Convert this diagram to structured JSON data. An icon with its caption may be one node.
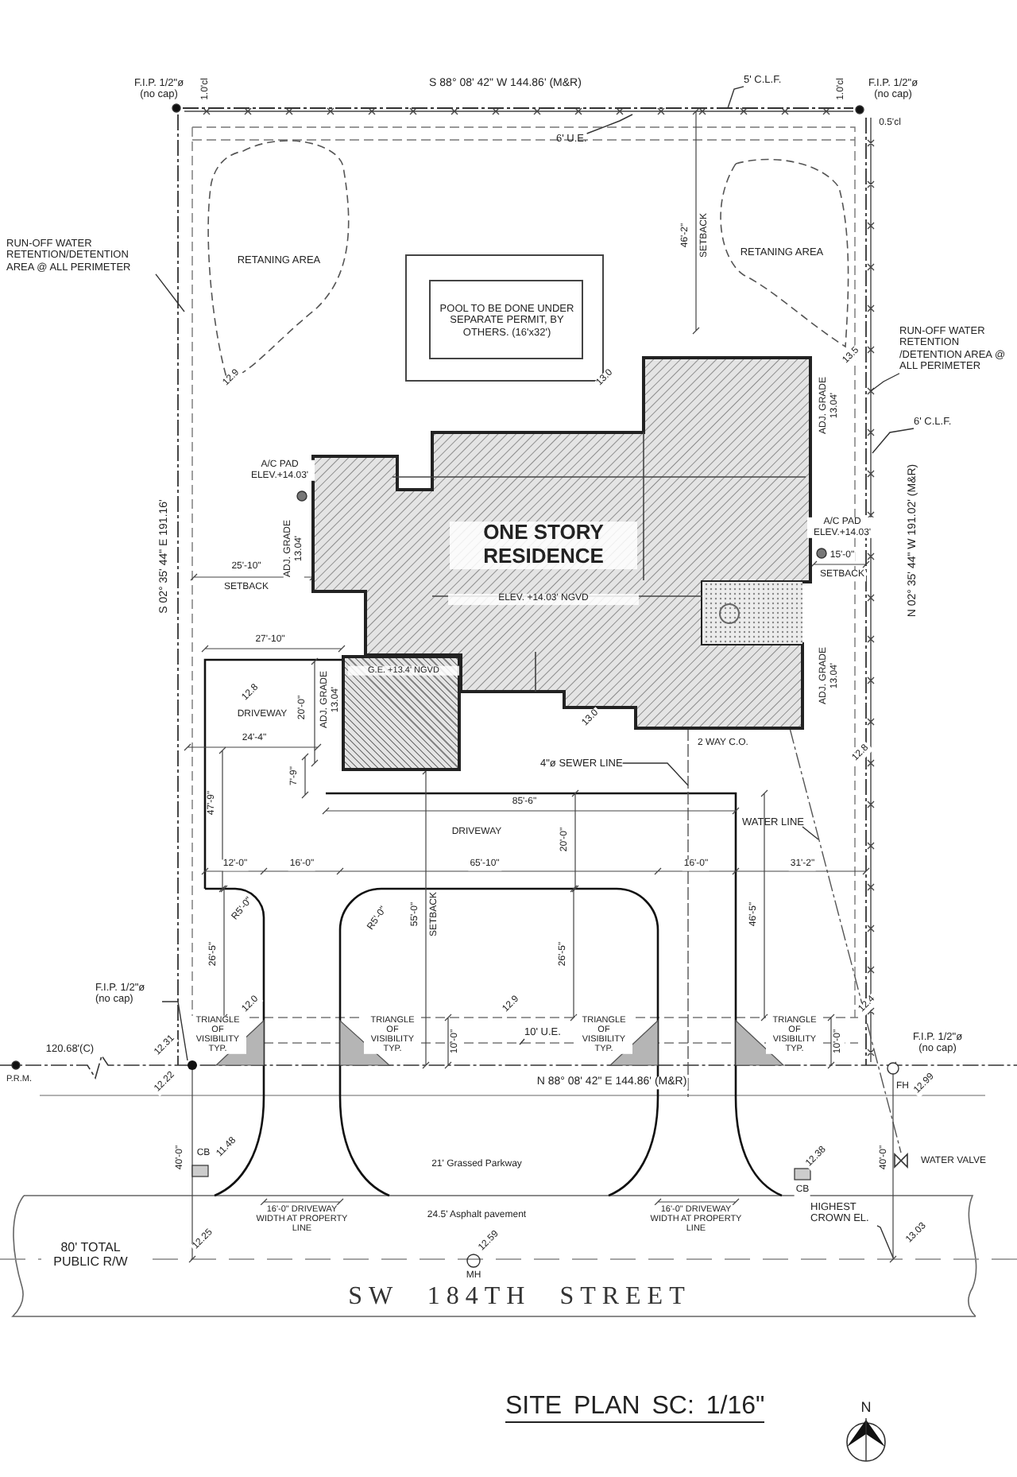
{
  "diagram": {
    "title": "SITE PLAN SC: 1/16\"",
    "nodes": [
      {
        "text": [
          "ONE STORY RESIDENCE",
          "ELEV. +14.03' NGVD"
        ]
      },
      {
        "text": [
          "G.E. +13.4' NGVD"
        ]
      },
      {
        "text": [],
        "shape": "box"
      },
      {
        "text": [
          "POOL TO BE DONE UNDER SEPARATE PERMIT, BY OTHERS. (16'x32')"
        ],
        "in": 2
      },
      {
        "text": [
          "RETANING AREA"
        ]
      },
      {
        "text": [
          "RETANING AREA"
        ]
      },
      {
        "text": [
          "RUN-OFF WATER RETENTION/DETENTION AREA @ ALL PERIMETER"
        ]
      },
      {
        "text": [
          "RUN-OFF WATER RETENTION /DETENTION AREA @ ALL PERIMETER"
        ]
      },
      {
        "text": [
          "5' C.L.F."
        ]
      },
      {
        "text": [
          "6' U.E."
        ]
      },
      {
        "text": [
          "6' C.L.F."
        ]
      },
      {
        "text": [
          "4\"ø SEWER LINE"
        ]
      },
      {
        "text": [
          "WATER LINE"
        ]
      },
      {
        "text": [
          "F.I.P. 1/2\"ø (no cap)"
        ]
      },
      {
        "text": [
          "HIGHEST CROWN EL."
        ]
      },
      {
        "text": [
          "10' U.E."
        ]
      },
      {
        "text": [],
        "shape": "circle"
      }
    ],
    "edges": [
      {
        "from": 6,
        "to": null,
        "arrow": "none"
      },
      {
        "from": 7,
        "to": null,
        "arrow": "none"
      },
      {
        "from": 8,
        "to": null,
        "arrow": "none"
      },
      {
        "from": 9,
        "to": null,
        "arrow": "none"
      },
      {
        "from": 10,
        "to": null,
        "arrow": "none"
      },
      {
        "from": 11,
        "to": null,
        "arrow": "none"
      },
      {
        "from": 12,
        "to": null,
        "arrow": "none"
      },
      {
        "from": 13,
        "to": 16,
        "arrow": "none"
      },
      {
        "from": 14,
        "to": null,
        "arrow": "none"
      },
      {
        "from": 15,
        "to": null,
        "arrow": "none"
      }
    ],
    "labels": [
      "F.I.P. 1/2\"ø (no cap)",
      "1.0'cl",
      "S 88° 08' 42\" W 144.86' (M&R)",
      "1.0'cl",
      "F.I.P. 1/2\"ø (no cap)",
      "0.5'cl",
      "46'-2\"",
      "SETBACK",
      "12.9",
      "13.0",
      "13.5",
      "ADJ. GRADE 13.04'",
      "A/C PAD ELEV.+14.03'",
      "ADJ. GRADE 13.04'",
      "S 02° 35' 44\" E 191.16'",
      "25'-10\"",
      "SETBACK",
      "A/C PAD ELEV.+14.03'",
      "15'-0\"",
      "SETBACK",
      "N 02° 35' 44\" W 191.02' (M&R)",
      "27'-10\"",
      "12.8",
      "DRIVEWAY",
      "20'-0\"",
      "ADJ. GRADE 13.04'",
      "24'-4\"",
      "47'-9\"",
      "7'-9\"",
      "ADJ. GRADE 13.04'",
      "12.8",
      "13.0",
      "2 WAY C.O.",
      "85'-6\"",
      "DRIVEWAY",
      "20'-0\"",
      "12'-0\"",
      "16'-0\"",
      "65'-10\"",
      "16'-0\"",
      "31'-2\"",
      "R5'-0\"",
      "R5'-0\"",
      "55'-0\"",
      "SETBACK",
      "26'-5\"",
      "26'-5\"",
      "46'-5\"",
      "TRIANGLE OF VISIBILITY TYP.",
      "12.0",
      "TRIANGLE OF VISIBILITY TYP.",
      "10'-0\"",
      "12.9",
      "TRIANGLE OF VISIBILITY TYP.",
      "TRIANGLE OF VISIBILITY TYP.",
      "10'-0\"",
      "12.4",
      "F.I.P. 1/2\"ø (no cap)",
      "120.68'(C)",
      "P.R.M.",
      "12.31",
      "12.22",
      "N 88° 08' 42\" E 144.86' (M&R)",
      "FH",
      "12.99",
      "40'-0\"",
      "CB",
      "11.48",
      "21' Grassed Parkway",
      "12.38",
      "CB",
      "40'-0\"",
      "WATER VALVE",
      "16'-0\" DRIVEWAY WIDTH AT PROPERTY LINE",
      "24.5' Asphalt pavement",
      "16'-0\" DRIVEWAY WIDTH AT PROPERTY LINE",
      "12.25",
      "12.59",
      "MH",
      "13.03",
      "80' TOTAL PUBLIC R/W",
      "SW 184TH STREET",
      "N"
    ]
  }
}
